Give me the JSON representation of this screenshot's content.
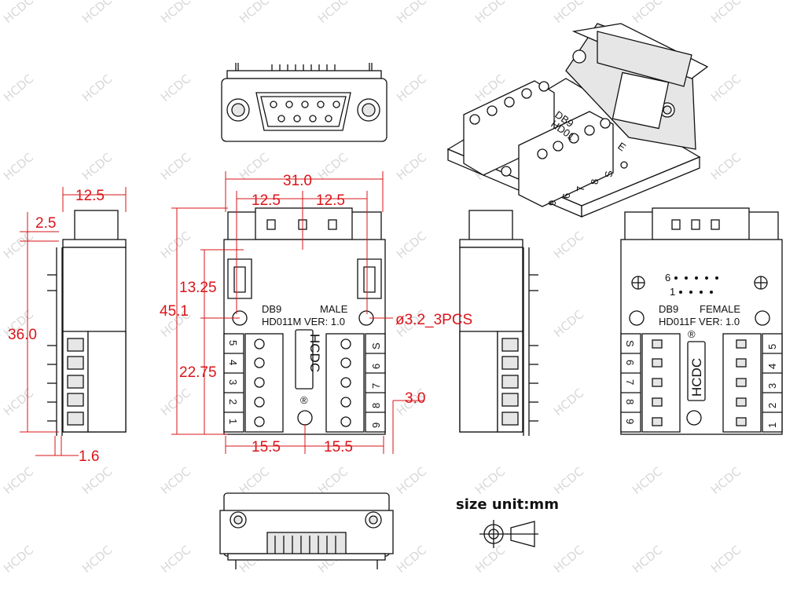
{
  "watermark": "HCDC",
  "dimensions": {
    "overall_width": "31.0",
    "half_width_left": "12.5",
    "half_width_right": "12.5",
    "side_width": "12.5",
    "flange_offset": "2.5",
    "side_height": "36.0",
    "pin_thickness": "1.6",
    "overall_height": "45.1",
    "hole_to_top": "13.25",
    "hole_to_bottom": "22.75",
    "bottom_left": "15.5",
    "bottom_right": "15.5",
    "hole_offset": "3.0",
    "hole_callout": "ø3.2_3PCS"
  },
  "male_board": {
    "line1_left": "DB9",
    "line1_right": "MALE",
    "line2": "HD011M VER: 1.0",
    "brand": "HCDC",
    "left_pins": [
      "5",
      "4",
      "3",
      "2",
      "1"
    ],
    "right_pins": [
      "S",
      "6",
      "7",
      "8",
      "9"
    ]
  },
  "female_board": {
    "line1_left": "DB9",
    "line1_right": "FEMALE",
    "line2": "HD011F VER: 1.0",
    "brand": "HCDC",
    "left_pins": [
      "S",
      "6",
      "7",
      "8",
      "9"
    ],
    "right_pins": [
      "5",
      "4",
      "3",
      "2",
      "1"
    ],
    "pin_label_6": "6",
    "pin_label_1": "1"
  },
  "iso_view": {
    "label_db9": "DB9",
    "label_hd": "HD01",
    "label_e": "E",
    "pins": [
      "9",
      "6",
      "7",
      "8",
      "S"
    ]
  },
  "size_unit": "size unit:mm",
  "registered_mark": "®"
}
